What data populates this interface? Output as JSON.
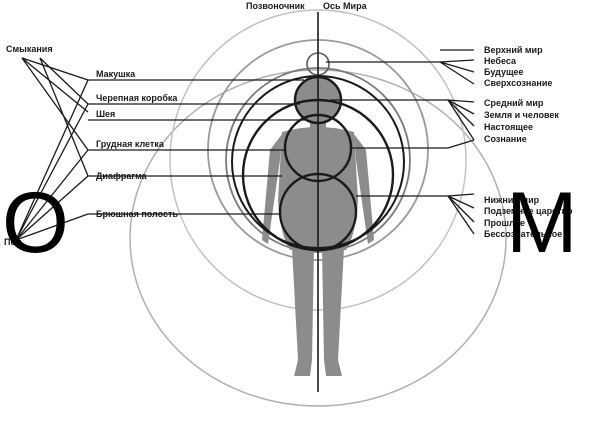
{
  "header": {
    "spine": "Позвоночник",
    "world_axis": "Ось Мира"
  },
  "left": {
    "title": "Смыкания",
    "items": [
      "Макушка",
      "Черепная коробка",
      "Шея",
      "Грудная клетка",
      "Диафрагма",
      "Брюшная полость"
    ],
    "clipped": "Пол"
  },
  "right": {
    "upper": [
      "Верхний мир",
      "Небеса",
      "Будущее",
      "Сверхсознание"
    ],
    "middle": [
      "Средний мир",
      "Земля и человек",
      "Настоящее",
      "Сознание"
    ],
    "lower": [
      "Нижний мир",
      "Подземное царство",
      "Прошлое",
      "Бессознательное"
    ]
  },
  "overlay": {
    "left_letter": "O",
    "right_letter": "M"
  },
  "colors": {
    "body": "#8c8c8c",
    "lines": "#1a1a1a",
    "soft_rings": "#b5b5b5"
  }
}
